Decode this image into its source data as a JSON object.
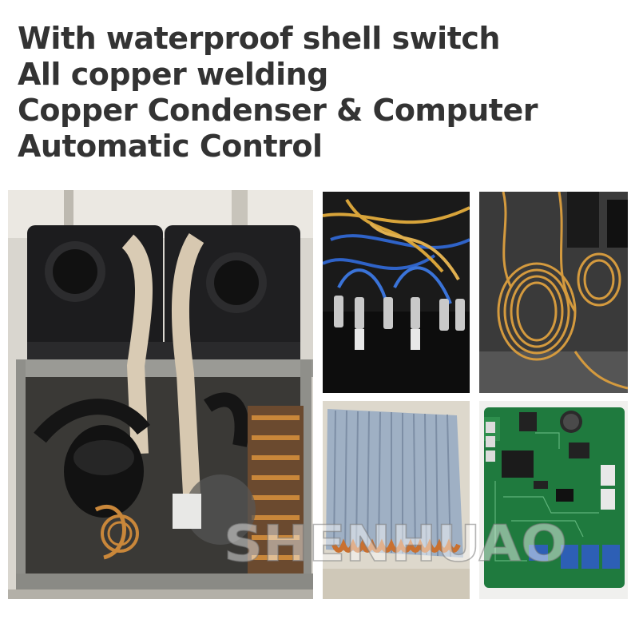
{
  "headline": {
    "line1": "With waterproof shell switch",
    "line2": "All copper welding",
    "line3": "Copper Condenser & Computer",
    "line4": "Automatic Control"
  },
  "photos": [
    {
      "name": "water-chiller-unit-photo"
    },
    {
      "name": "wiring-terminals-photo"
    },
    {
      "name": "copper-capillary-coil-photo"
    },
    {
      "name": "copper-condenser-photo"
    },
    {
      "name": "control-circuit-board-photo"
    }
  ],
  "watermark": {
    "text": "SHENHUAO"
  },
  "colors": {
    "headline_text": "#333333",
    "background": "#ffffff",
    "copper": "#c9873a",
    "pcb_green": "#1f7a3e",
    "wire_blue": "#2f63c8"
  }
}
